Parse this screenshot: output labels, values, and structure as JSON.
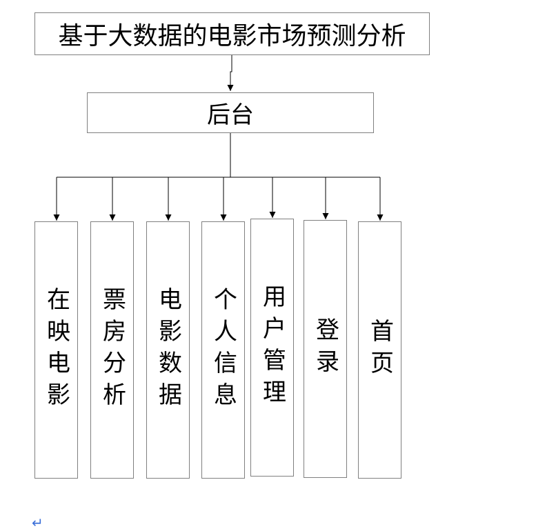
{
  "title": "基于大数据的电影市场预测分析",
  "backend": "后台",
  "modules": [
    {
      "label": "在映电影"
    },
    {
      "label": "票房分析"
    },
    {
      "label": "电影数据"
    },
    {
      "label": "个人信息"
    },
    {
      "label": "用户管理"
    },
    {
      "label": "登录"
    },
    {
      "label": "首页"
    }
  ],
  "paragraph_mark": "↵"
}
